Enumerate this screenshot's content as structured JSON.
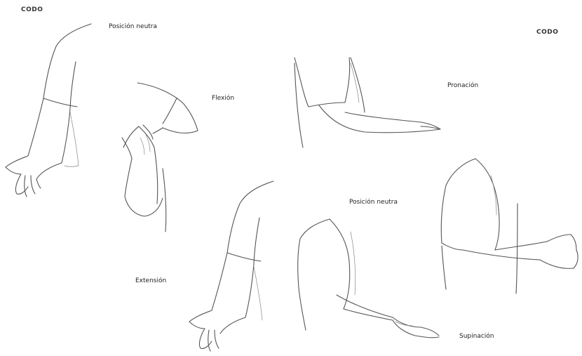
{
  "titles": {
    "left": "CODO",
    "right": "CODO"
  },
  "labels": {
    "neutral_left": "Posición neutra",
    "flexion": "Flexión",
    "extension": "Extensión",
    "pronation": "Pronación",
    "neutral_right": "Posición neutra",
    "supination": "Supinación"
  },
  "colors": {
    "line": "#555555",
    "text": "#222222",
    "background": "#ffffff"
  }
}
